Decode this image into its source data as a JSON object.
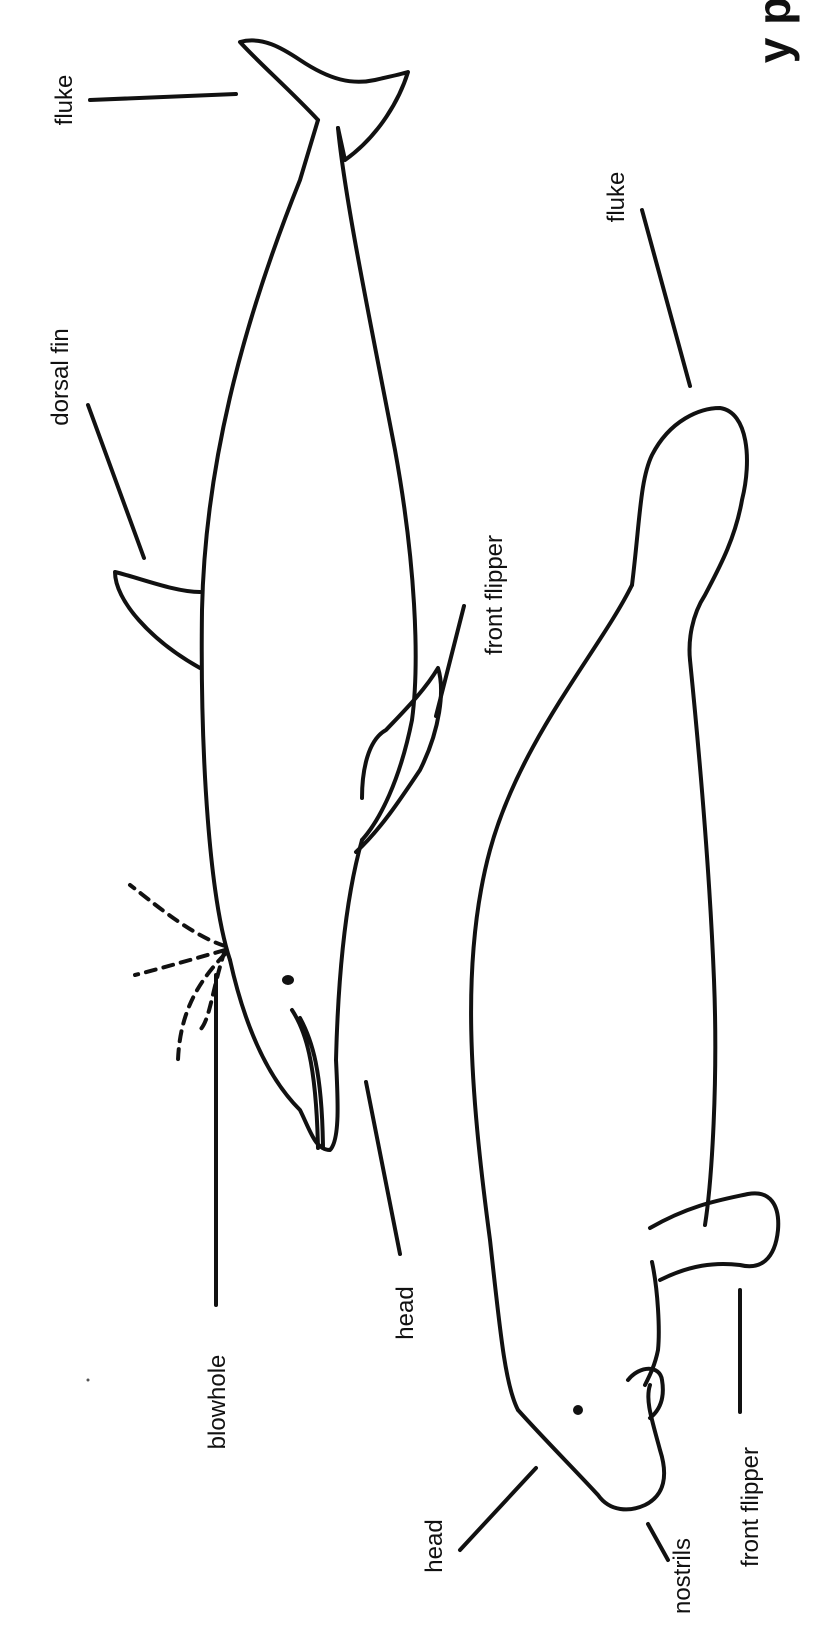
{
  "title_fragment": "y p",
  "dolphin": {
    "labels": {
      "fluke": "fluke",
      "dorsal_fin": "dorsal fin",
      "front_flipper": "front flipper",
      "blowhole": "blowhole",
      "head": "head"
    }
  },
  "manatee": {
    "labels": {
      "fluke": "fluke",
      "front_flipper": "front flipper",
      "head": "head",
      "nostrils": "nostrils"
    }
  }
}
